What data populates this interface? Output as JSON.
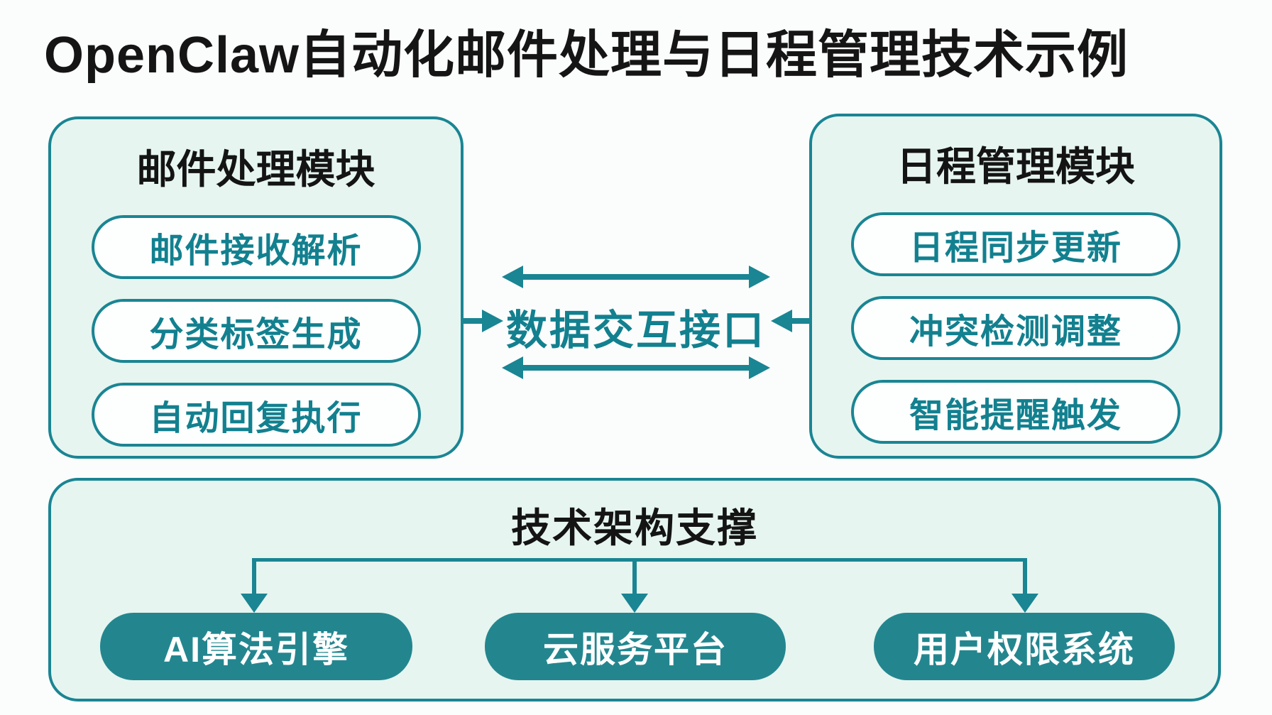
{
  "page": {
    "title": "OpenClaw自动化邮件处理与日程管理技术示例"
  },
  "colors": {
    "teal_stroke": "#1a8593",
    "teal_text": "#12808f",
    "box_fill": "#e6f5f0",
    "solid_pill_fill": "#23868f",
    "title_black": "#141414",
    "page_background": "#fbfdfc"
  },
  "email_module": {
    "title": "邮件处理模块",
    "items": [
      "邮件接收解析",
      "分类标签生成",
      "自动回复执行"
    ]
  },
  "schedule_module": {
    "title": "日程管理模块",
    "items": [
      "日程同步更新",
      "冲突检测调整",
      "智能提醒触发"
    ]
  },
  "interface": {
    "label": "数据交互接口"
  },
  "architecture": {
    "title": "技术架构支撑",
    "items": [
      "AI算法引擎",
      "云服务平台",
      "用户权限系统"
    ]
  }
}
